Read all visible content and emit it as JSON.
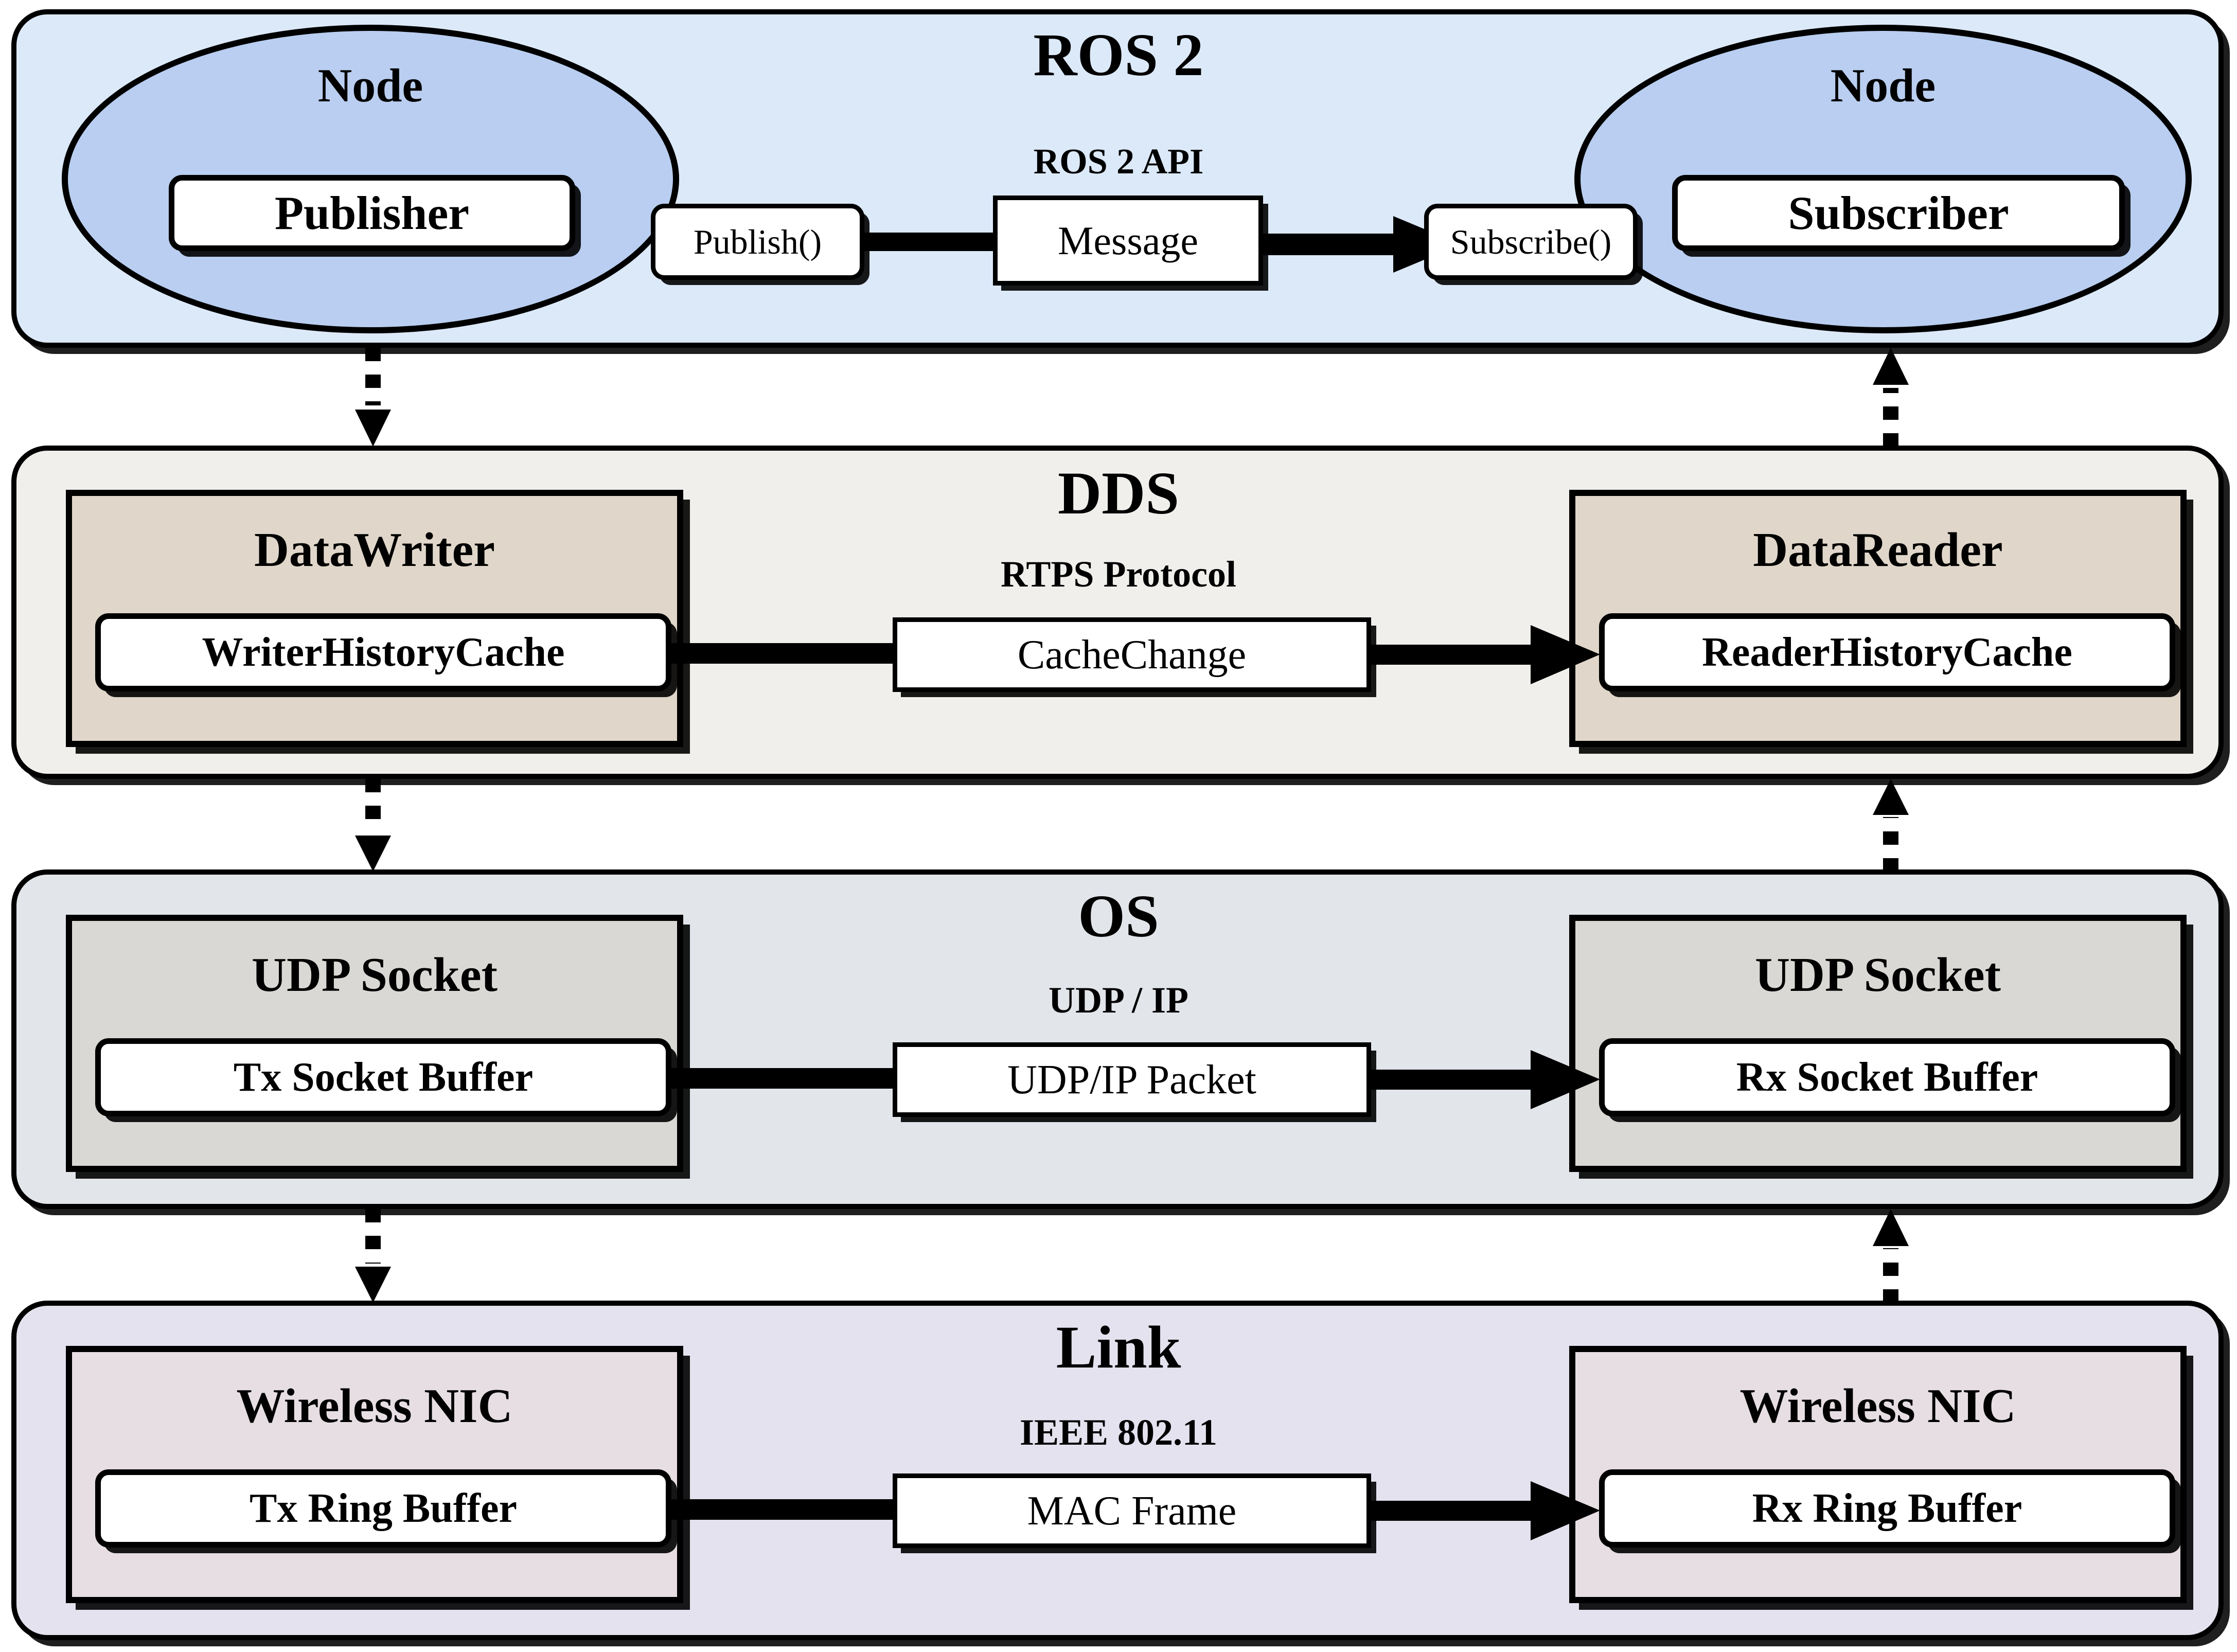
{
  "diagram": {
    "title": "ROS 2 communication stack layers",
    "colors": {
      "ros_layer_fill": "#dce9f9",
      "node_fill": "#b9cef0",
      "dds_layer_fill": "#f0efec",
      "dds_box_fill": "#e0d7ca",
      "os_layer_fill": "#e2e5ea",
      "os_box_fill": "#d9d8d4",
      "link_layer_fill": "#e4e2ee",
      "link_box_fill": "#e6dee2",
      "stroke": "#000000",
      "inner_fill": "#ffffff"
    }
  },
  "layers": [
    {
      "id": "ros2",
      "title": "ROS 2",
      "protocol": "ROS 2 API",
      "left": {
        "container_label": "Node",
        "inner_label": "Publisher",
        "shape": "ellipse"
      },
      "right": {
        "container_label": "Node",
        "inner_label": "Subscriber",
        "shape": "ellipse"
      },
      "source_chip": "Publish()",
      "payload_chip": "Message",
      "sink_chip": "Subscribe()"
    },
    {
      "id": "dds",
      "title": "DDS",
      "protocol": "RTPS Protocol",
      "left": {
        "container_label": "DataWriter",
        "inner_label": "WriterHistoryCache",
        "shape": "rect"
      },
      "right": {
        "container_label": "DataReader",
        "inner_label": "ReaderHistoryCache",
        "shape": "rect"
      },
      "payload_chip": "CacheChange"
    },
    {
      "id": "os",
      "title": "OS",
      "protocol": "UDP / IP",
      "left": {
        "container_label": "UDP Socket",
        "inner_label": "Tx Socket Buffer",
        "shape": "rect"
      },
      "right": {
        "container_label": "UDP Socket",
        "inner_label": "Rx Socket Buffer",
        "shape": "rect"
      },
      "payload_chip": "UDP/IP Packet"
    },
    {
      "id": "link",
      "title": "Link",
      "protocol": "IEEE 802.11",
      "left": {
        "container_label": "Wireless NIC",
        "inner_label": "Tx Ring Buffer",
        "shape": "rect"
      },
      "right": {
        "container_label": "Wireless NIC",
        "inner_label": "Rx Ring Buffer",
        "shape": "rect"
      },
      "payload_chip": "MAC Frame"
    }
  ],
  "vertical_connectors": [
    {
      "name": "ros2-to-dds-down",
      "direction": "down",
      "side": "left"
    },
    {
      "name": "dds-to-ros2-up",
      "direction": "up",
      "side": "right"
    },
    {
      "name": "dds-to-os-down",
      "direction": "down",
      "side": "left"
    },
    {
      "name": "os-to-dds-up",
      "direction": "up",
      "side": "right"
    },
    {
      "name": "os-to-link-down",
      "direction": "down",
      "side": "left"
    },
    {
      "name": "link-to-os-up",
      "direction": "up",
      "side": "right"
    }
  ]
}
